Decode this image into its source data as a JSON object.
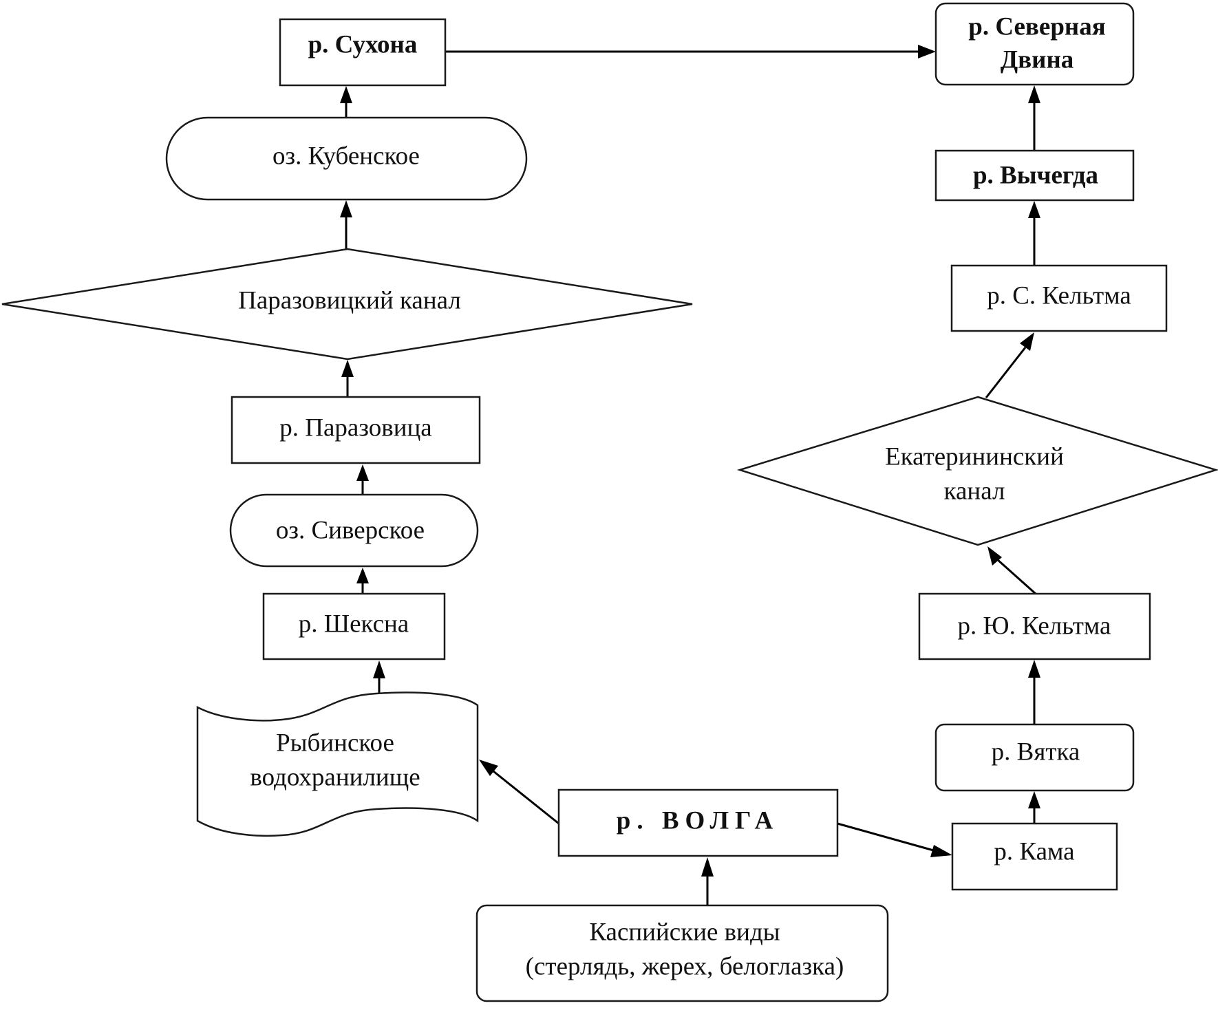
{
  "diagram": {
    "nodes": {
      "sukhona": {
        "lines": [
          "р. Сухона"
        ],
        "shape": "rectangle",
        "bold": true
      },
      "kubenskoe": {
        "lines": [
          "оз. Кубенское"
        ],
        "shape": "terminator"
      },
      "parazovitsky_canal": {
        "lines": [
          "Паразовицкий канал"
        ],
        "shape": "diamond"
      },
      "parazovitsa": {
        "lines": [
          "р. Паразовица"
        ],
        "shape": "rectangle"
      },
      "siverskoe": {
        "lines": [
          "оз. Сиверское"
        ],
        "shape": "terminator"
      },
      "sheksna": {
        "lines": [
          "р. Шексна"
        ],
        "shape": "rectangle"
      },
      "rybinsk": {
        "lines": [
          "Рыбинское",
          "водохранилище"
        ],
        "shape": "tape"
      },
      "volga": {
        "lines": [
          "р.  ВОЛГА"
        ],
        "shape": "rectangle",
        "bold": true
      },
      "caspian": {
        "lines": [
          "Каспийские виды",
          "(стерлядь, жерех, белоглазка)"
        ],
        "shape": "rounded-rectangle"
      },
      "kama": {
        "lines": [
          "р. Кама"
        ],
        "shape": "rectangle"
      },
      "vyatka": {
        "lines": [
          "р. Вятка"
        ],
        "shape": "rounded-rectangle"
      },
      "yu_keltma": {
        "lines": [
          "р. Ю. Кельтма"
        ],
        "shape": "rectangle"
      },
      "ekaterininsky_canal": {
        "lines": [
          "Екатерининский",
          "канал"
        ],
        "shape": "diamond"
      },
      "s_keltma": {
        "lines": [
          "р. С. Кельтма"
        ],
        "shape": "rectangle"
      },
      "vychegda": {
        "lines": [
          "р. Вычегда"
        ],
        "shape": "rectangle",
        "bold": true
      },
      "severnaya_dvina": {
        "lines": [
          "р. Северная",
          "Двина"
        ],
        "shape": "rounded-rectangle",
        "bold": true
      }
    },
    "edges": [
      {
        "from": "caspian",
        "to": "volga"
      },
      {
        "from": "volga",
        "to": "rybinsk"
      },
      {
        "from": "rybinsk",
        "to": "sheksna"
      },
      {
        "from": "sheksna",
        "to": "siverskoe"
      },
      {
        "from": "siverskoe",
        "to": "parazovitsa"
      },
      {
        "from": "parazovitsa",
        "to": "parazovitsky_canal"
      },
      {
        "from": "parazovitsky_canal",
        "to": "kubenskoe"
      },
      {
        "from": "kubenskoe",
        "to": "sukhona"
      },
      {
        "from": "sukhona",
        "to": "severnaya_dvina"
      },
      {
        "from": "volga",
        "to": "kama"
      },
      {
        "from": "kama",
        "to": "vyatka"
      },
      {
        "from": "vyatka",
        "to": "yu_keltma"
      },
      {
        "from": "yu_keltma",
        "to": "ekaterininsky_canal"
      },
      {
        "from": "ekaterininsky_canal",
        "to": "s_keltma"
      },
      {
        "from": "s_keltma",
        "to": "vychegda"
      },
      {
        "from": "vychegda",
        "to": "severnaya_dvina"
      }
    ]
  }
}
